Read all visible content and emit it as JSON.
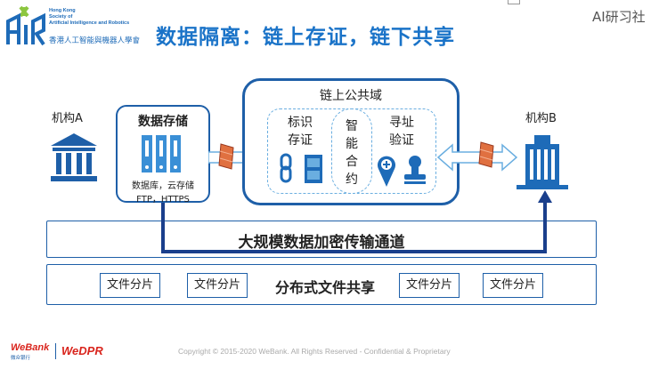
{
  "header": {
    "org_name_en": [
      "Hong Kong",
      "Society of",
      "Artificial Intelligence and Robotics"
    ],
    "org_name_zh": "香港人工智能與機器人學會",
    "title": "数据隔离：链上存证，链下共享",
    "brand": "AI研习社"
  },
  "diagram": {
    "org_a": "机构A",
    "org_b": "机构B",
    "storage": {
      "title": "数据存储",
      "desc1": "数据库，云存储",
      "desc2": "FTP，HTTPS"
    },
    "public_domain": {
      "title": "链上公共域",
      "id_evidence": [
        "标识",
        "存证"
      ],
      "smart_contract": [
        "智",
        "能",
        "合",
        "约"
      ],
      "address_verify": [
        "寻址",
        "验证"
      ]
    },
    "channel": "大规模数据加密传输通道",
    "sharing": {
      "title": "分布式文件共享",
      "shards": [
        "文件分片",
        "文件分片",
        "文件分片",
        "文件分片"
      ]
    }
  },
  "footer": {
    "webank": "WeBank",
    "webank_sub": "微众银行",
    "wedpr": "WeDPR",
    "copyright": "Copyright © 2015-2020 WeBank. All Rights Reserved - Confidential & Proprietary"
  },
  "colors": {
    "primary": "#1e5fa8",
    "title": "#1a73c8",
    "accent_red": "#d9241c",
    "dashed": "#6aaee0"
  }
}
